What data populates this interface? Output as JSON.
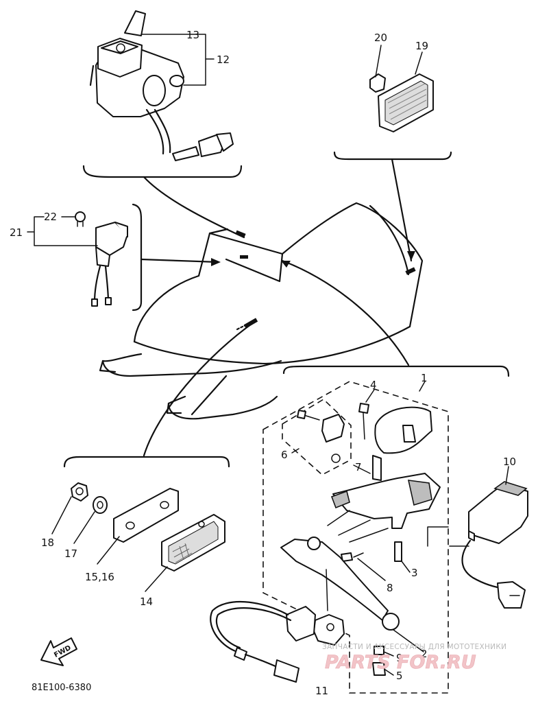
{
  "diagram": {
    "callouts": {
      "c1": "1",
      "c2": "2",
      "c3": "3",
      "c4": "4",
      "c5": "5",
      "c6": "6",
      "c7": "7",
      "c8": "8",
      "c9": "9",
      "c10": "10",
      "c11": "11",
      "c12": "12",
      "c13": "13",
      "c14": "14",
      "c15_16": "15,16",
      "c17": "17",
      "c18": "18",
      "c19": "19",
      "c20": "20",
      "c21": "21",
      "c22": "22"
    },
    "fwd_label": "FWD",
    "part_code": "81E100-6380"
  },
  "watermark": {
    "tagline": "ЗАПЧАСТИ И АКСЕССУАРЫ ДЛЯ МОТОТЕХНИКИ",
    "brand": "PARTS FOR.RU"
  }
}
